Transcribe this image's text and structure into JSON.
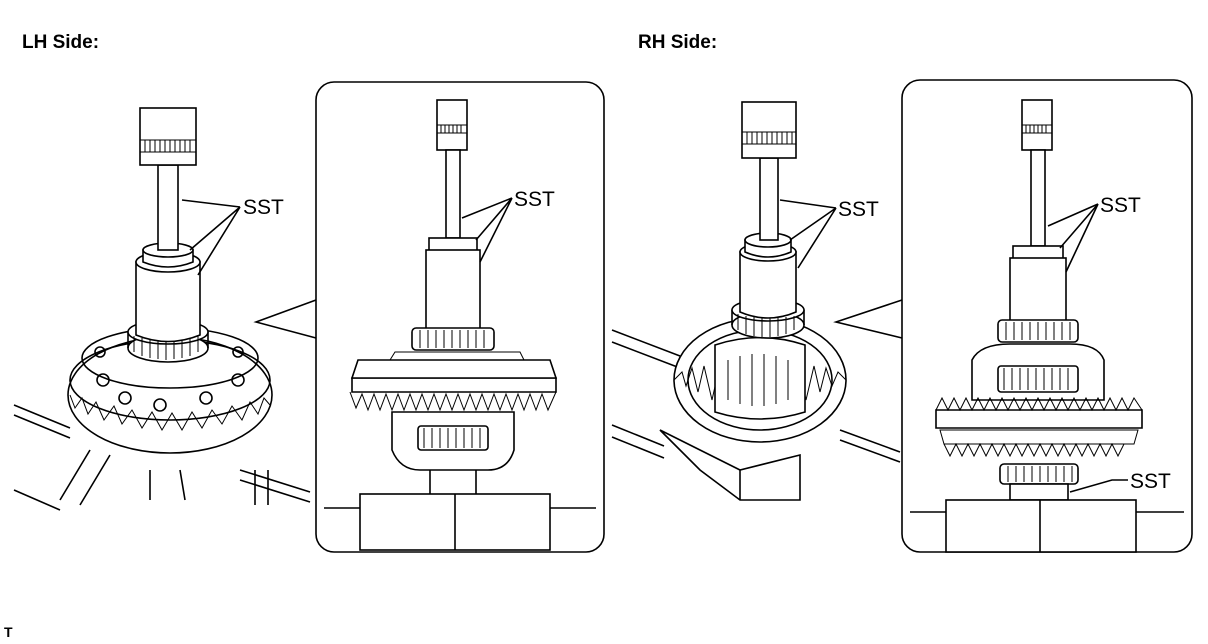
{
  "lh_side": {
    "title": "LH Side:",
    "main_label": "SST",
    "zoom_label": "SST"
  },
  "rh_side": {
    "title": "RH Side:",
    "main_label": "SST",
    "zoom_label_top": "SST",
    "zoom_label_bottom": "SST"
  },
  "corner_mark": "T"
}
